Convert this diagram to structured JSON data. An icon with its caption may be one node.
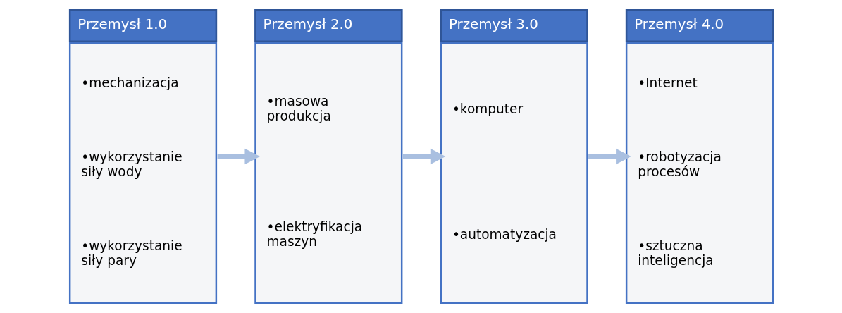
{
  "diagram": {
    "nodes": [
      {
        "text": [
          "Przemysł 1.0",
          "•mechanizacja",
          "•wykorzystanie siły wody",
          "•wykorzystanie siły pary"
        ]
      },
      {
        "text": [
          "Przemysł 2.0",
          "•masowa produkcja",
          "•elektryfikacja maszyn"
        ]
      },
      {
        "text": [
          "Przemysł 3.0",
          "•komputer",
          "•automatyzacja"
        ]
      },
      {
        "text": [
          "Przemysł 4.0",
          "•Internet",
          "•robotyzacja procesów",
          "•sztuczna inteligencja"
        ]
      }
    ],
    "edges": [
      {
        "from": 0,
        "to": 1,
        "arrow": "to"
      },
      {
        "from": 1,
        "to": 2,
        "arrow": "to"
      },
      {
        "from": 2,
        "to": 3,
        "arrow": "to"
      }
    ]
  }
}
